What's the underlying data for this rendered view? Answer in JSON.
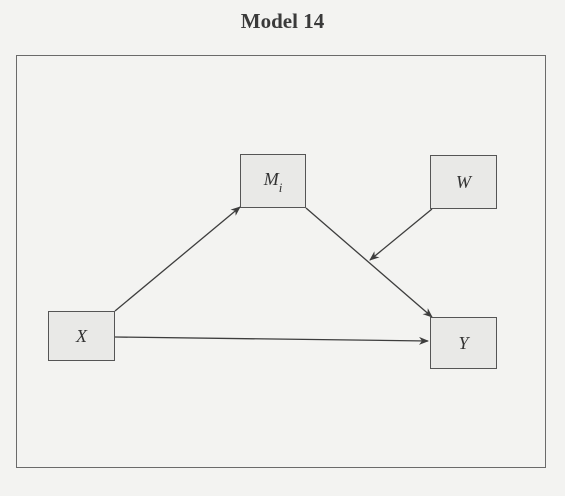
{
  "title": "Model 14",
  "nodes": {
    "x": "X",
    "m_base": "M",
    "m_sub": "i",
    "w": "W",
    "y": "Y"
  },
  "edges": [
    {
      "from": "X",
      "to": "M_i"
    },
    {
      "from": "M_i",
      "to": "Y"
    },
    {
      "from": "X",
      "to": "Y"
    },
    {
      "from": "W",
      "to": "M_i → Y path"
    }
  ]
}
